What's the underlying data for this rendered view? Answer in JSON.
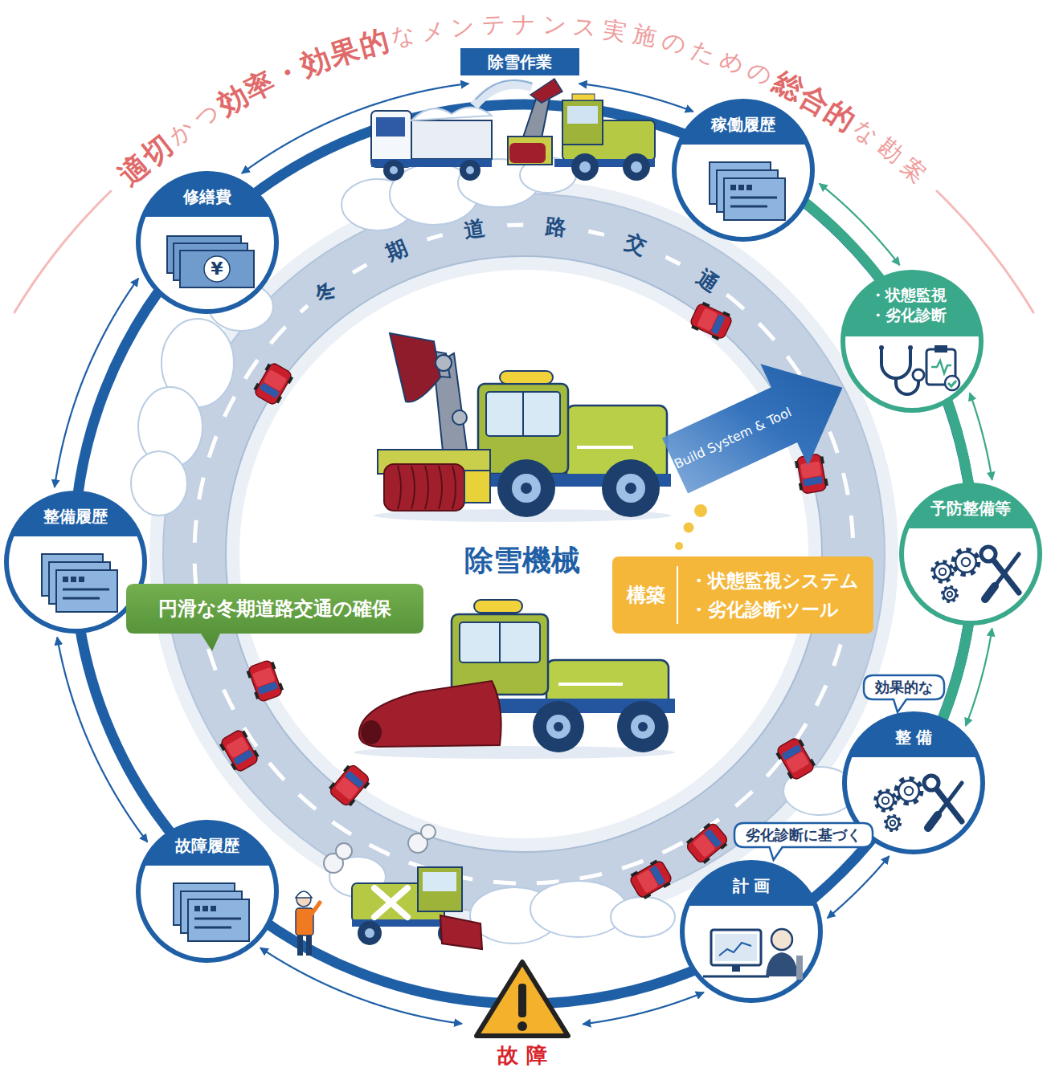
{
  "diagram": {
    "title": "適切かつ効率・効果的なメンテナンス実施のための総合的な勘案",
    "nodes": [
      {
        "text": [
          "除雪作業"
        ]
      },
      {
        "text": [
          "修繕費"
        ]
      },
      {
        "text": [
          "稼働履歴"
        ]
      },
      {
        "text": [
          "・状態監視 ・劣化診断"
        ]
      },
      {
        "text": [
          "Build System & Tool"
        ]
      },
      {
        "text": [
          "予防整備等"
        ]
      },
      {
        "text": [
          "整備履歴"
        ]
      },
      {
        "text": [
          "円滑な冬期道路交通の確保"
        ]
      },
      {
        "text": [
          "構築",
          "・状態監視システム",
          "・劣化診断ツール"
        ]
      },
      {
        "text": [
          "効果的な"
        ]
      },
      {
        "text": [
          "整 備"
        ]
      },
      {
        "text": [
          "劣化診断に基づく"
        ]
      },
      {
        "text": [
          "故障履歴"
        ]
      },
      {
        "text": [
          "計 画"
        ]
      },
      {
        "text": [
          "故 障"
        ]
      }
    ],
    "edges": [
      {
        "from": 1,
        "to": 0,
        "arrow": "both"
      },
      {
        "from": 0,
        "to": 2,
        "arrow": "both"
      },
      {
        "from": 2,
        "to": 3,
        "arrow": "both"
      },
      {
        "from": 3,
        "to": 5,
        "arrow": "both"
      },
      {
        "from": 5,
        "to": 10,
        "arrow": "both"
      },
      {
        "from": 10,
        "to": 13,
        "arrow": "both"
      },
      {
        "from": 13,
        "to": 14,
        "arrow": "both"
      },
      {
        "from": 14,
        "to": 12,
        "arrow": "both"
      },
      {
        "from": 12,
        "to": 6,
        "arrow": "both"
      },
      {
        "from": 6,
        "to": 1,
        "arrow": "both"
      }
    ],
    "labels": [
      "除雪機械",
      "冬期道路交通",
      "¥"
    ]
  }
}
